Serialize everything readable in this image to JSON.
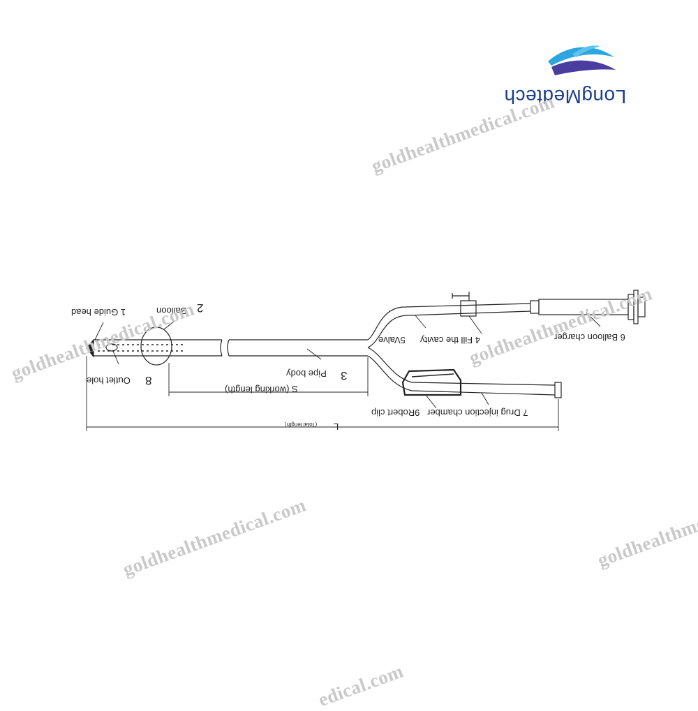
{
  "logo": {
    "name": "LongMedtech",
    "colors": {
      "text": "#1a3e8c",
      "wave_light": "#2ba6e0",
      "wave_dark": "#4a3d9f"
    }
  },
  "watermark": {
    "text": "goldhealthmedical.com",
    "partial_text": "goldhealthme",
    "bottom_partial_text": "edical.com"
  },
  "parts": {
    "guide_head": "1 Guide head",
    "balloon_num": "2",
    "balloon": "Balloon",
    "pipe_body_num": "3",
    "pipe_body": "Pipe body",
    "fill_cavity": "4 Fill the cavity",
    "valve": "5Valve",
    "balloon_charger": "6 Balloon charger",
    "drug_chamber": "7 Drug injection chamber",
    "outlet_num": "8",
    "outlet_hole": "Outlet hole",
    "robert_clip": "9Robert clip"
  },
  "dimensions": {
    "working": "S",
    "working_note": "(working length)",
    "total": "L",
    "total_note": "(Total length)"
  }
}
